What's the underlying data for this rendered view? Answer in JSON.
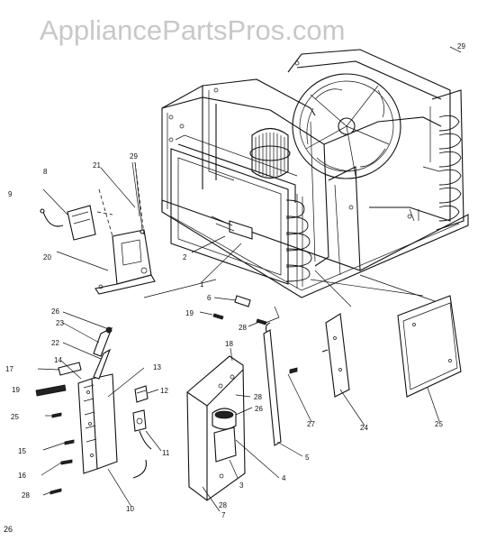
{
  "watermark": "AppliancePartsPros.com",
  "page_number": "26",
  "callouts": {
    "c29a": "29",
    "c8": "8",
    "c21": "21",
    "c29b": "29",
    "c9": "9",
    "c20": "20",
    "c2": "2",
    "c1": "1",
    "c6": "6",
    "c19a": "19",
    "c28a": "28",
    "c26a": "26",
    "c23": "23",
    "c22": "22",
    "c17": "17",
    "c14": "14",
    "c13": "13",
    "c19b": "19",
    "c12": "12",
    "c25a": "25",
    "c15": "15",
    "c11": "11",
    "c16": "16",
    "c28b": "28",
    "c10": "10",
    "c18": "18",
    "c28c": "28",
    "c26b": "26",
    "c3": "3",
    "c4": "4",
    "c28d": "28",
    "c5": "5",
    "c7": "7",
    "c27": "27",
    "c24": "24",
    "c25b": "25"
  }
}
